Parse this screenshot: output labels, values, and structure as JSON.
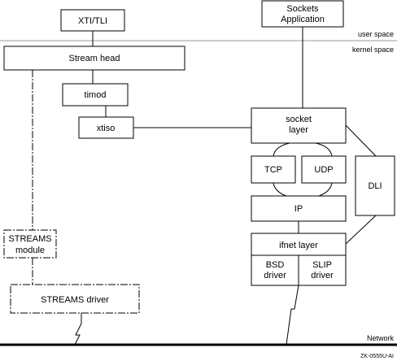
{
  "labels": {
    "xti": "XTI/TLI",
    "sockets_1": "Sockets",
    "sockets_2": "Application",
    "user_space": "user space",
    "kernel_space": "kernel space",
    "stream_head": "Stream head",
    "timod": "timod",
    "xtiso": "xtiso",
    "socket_1": "socket",
    "socket_2": "layer",
    "tcp": "TCP",
    "udp": "UDP",
    "dli": "DLI",
    "ip": "IP",
    "ifnet": "ifnet layer",
    "bsd_1": "BSD",
    "bsd_2": "driver",
    "slip_1": "SLIP",
    "slip_2": "driver",
    "streams_module_1": "STREAMS",
    "streams_module_2": "module",
    "streams_driver": "STREAMS driver",
    "network": "Network",
    "figure_id": "ZK-0555U-AI"
  }
}
